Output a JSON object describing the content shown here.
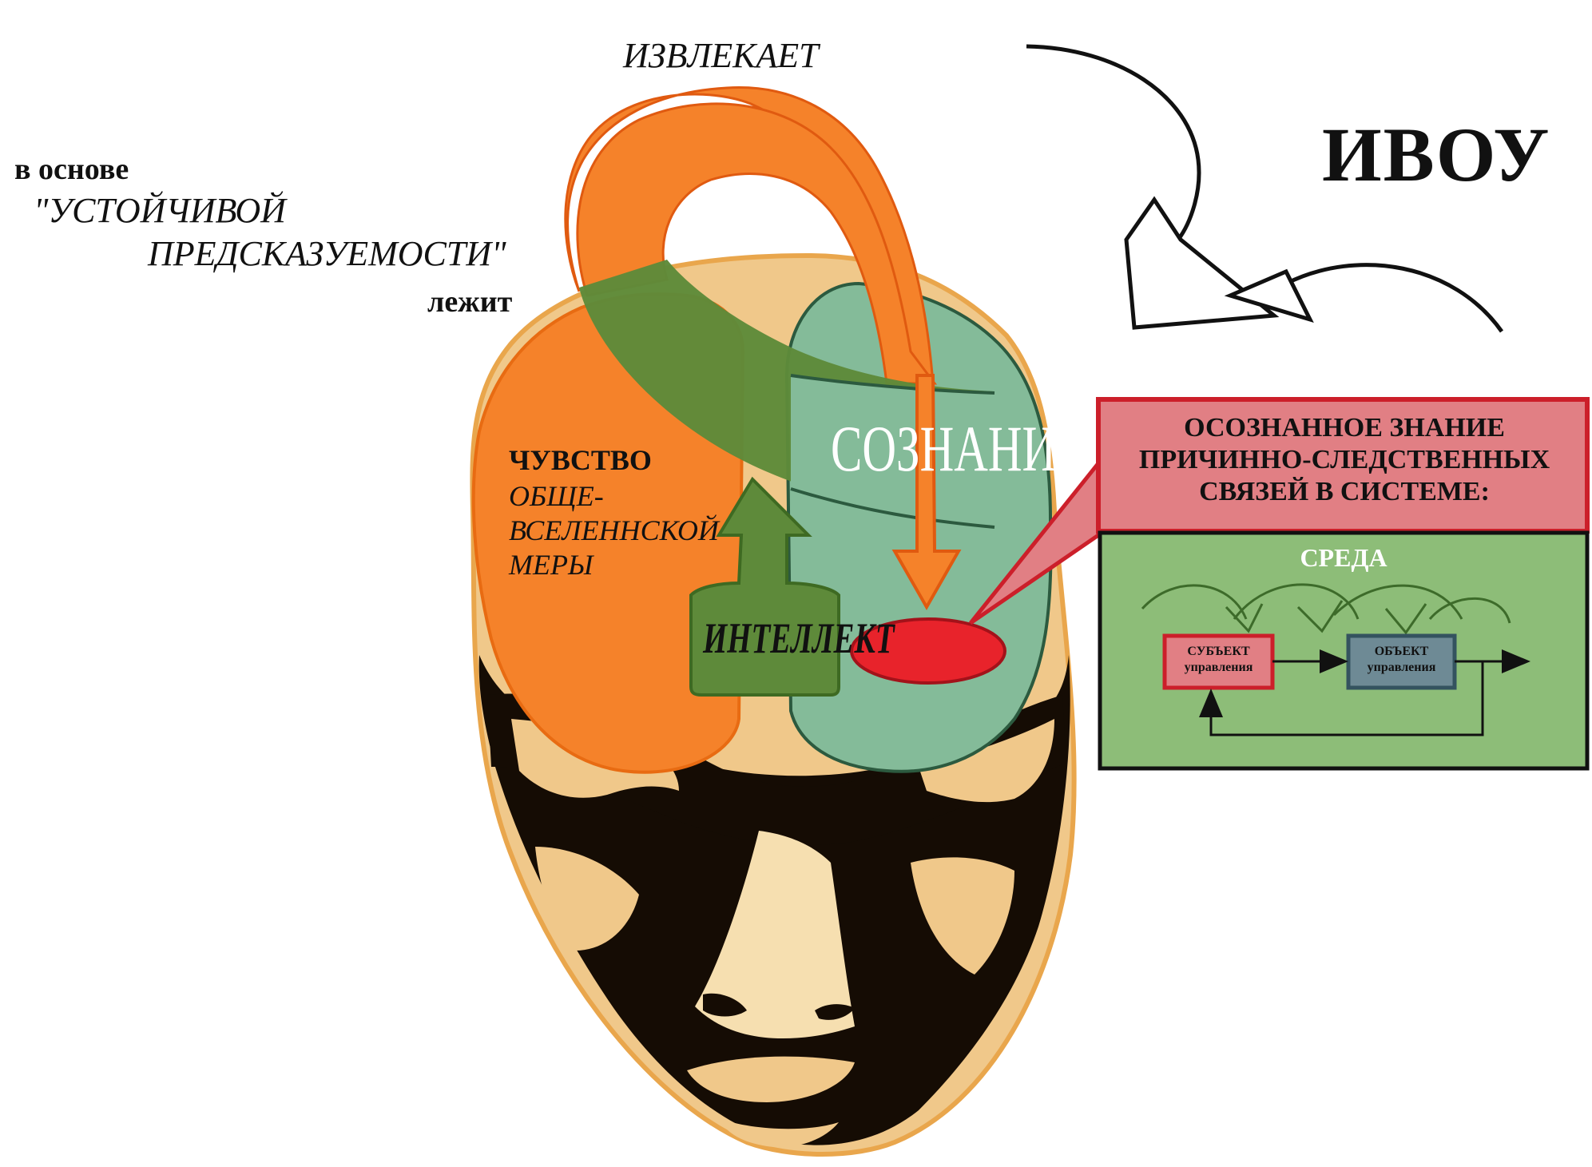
{
  "labels": {
    "top_arrow": "ИЗВЛЕКАЕТ",
    "title": "ИВОУ",
    "basis_line1": "в основе",
    "basis_line2": "\"УСТОЙЧИВОЙ",
    "basis_line3": "ПРЕДСКАЗУЕМОСТИ\"",
    "basis_line4": "лежит",
    "feeling_title": "ЧУВСТВО",
    "feeling_line1": "ОБЩЕ-",
    "feeling_line2": "ВСЕЛЕННСКОЙ",
    "feeling_line3": "МЕРЫ",
    "consciousness": "СОЗНАНИЕ",
    "intellect": "ИНТЕЛЛЕКТ"
  },
  "callout": {
    "line1": "ОСОЗНАННОЕ ЗНАНИЕ",
    "line2": "ПРИЧИННО-СЛЕДСТВЕННЫХ",
    "line3": "СВЯЗЕЙ В СИСТЕМЕ:"
  },
  "system": {
    "environment": "СРЕДА",
    "subject_line1": "СУБЪЕКТ",
    "subject_line2": "управления",
    "object_line1": "ОБЪЕКТ",
    "object_line2": "управления"
  },
  "colors": {
    "feeling": "#f5822a",
    "consciousness": "#84bb99",
    "intellect": "#5e8a3a",
    "callout_fill": "#e17f84",
    "callout_border": "#cc1f2a",
    "system_fill": "#8dbd78",
    "knowledge_spot": "#e8232b",
    "skin": "#f0c88a"
  }
}
